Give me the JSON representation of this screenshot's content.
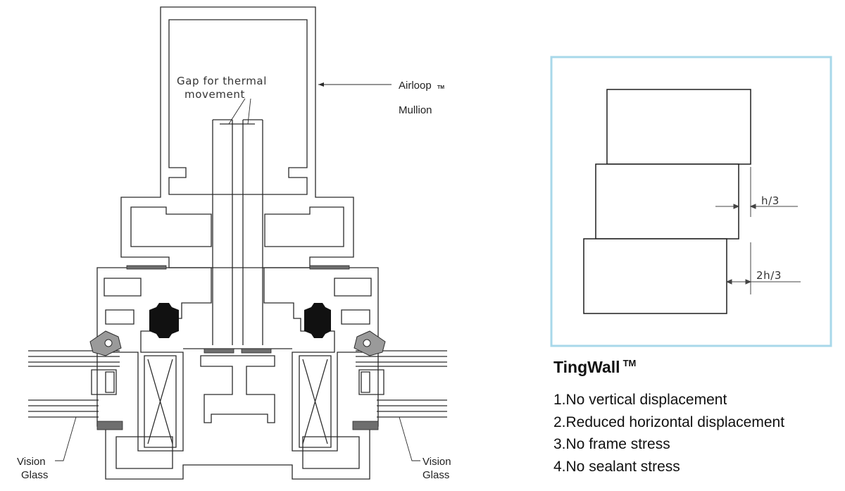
{
  "labels": {
    "gap": [
      "Gap for thermal",
      "movement"
    ],
    "airloop": "Airloop",
    "airloop_tm": "TM",
    "mullion": "Mullion",
    "vision_left": [
      "Vision",
      "Glass"
    ],
    "vision_right": [
      "Vision",
      "Glass"
    ],
    "h3": "h/3",
    "h23": "2h/3"
  },
  "tingwall": {
    "title": "TingWall",
    "tm": "TM",
    "items": [
      "1.No vertical displacement",
      "2.Reduced horizontal displacement",
      "3.No frame stress",
      "4.No sealant stress"
    ]
  },
  "colors": {
    "frame_box": "#a8d8ea",
    "line": "#2a2a2a",
    "gasket": "#111111",
    "tape": "#6e6e6e"
  }
}
